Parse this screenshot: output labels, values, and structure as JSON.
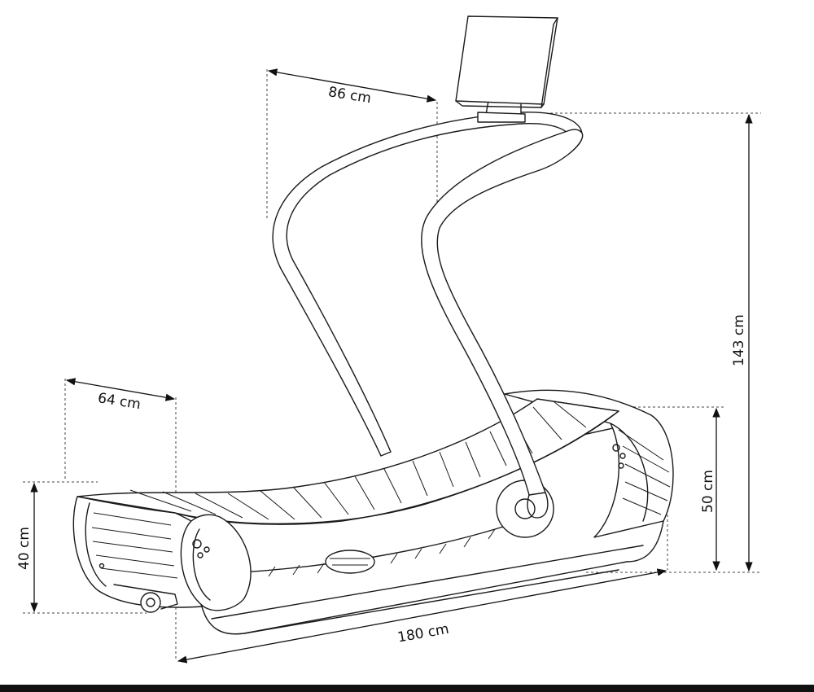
{
  "dimensions": {
    "depth_top": "86 cm",
    "width": "64 cm",
    "height_total": "143 cm",
    "height_rear": "50 cm",
    "height_front": "40 cm",
    "length": "180 cm"
  },
  "colors": {
    "stroke": "#1a1a1a",
    "background": "#ffffff",
    "footer_bar": "#111111"
  }
}
